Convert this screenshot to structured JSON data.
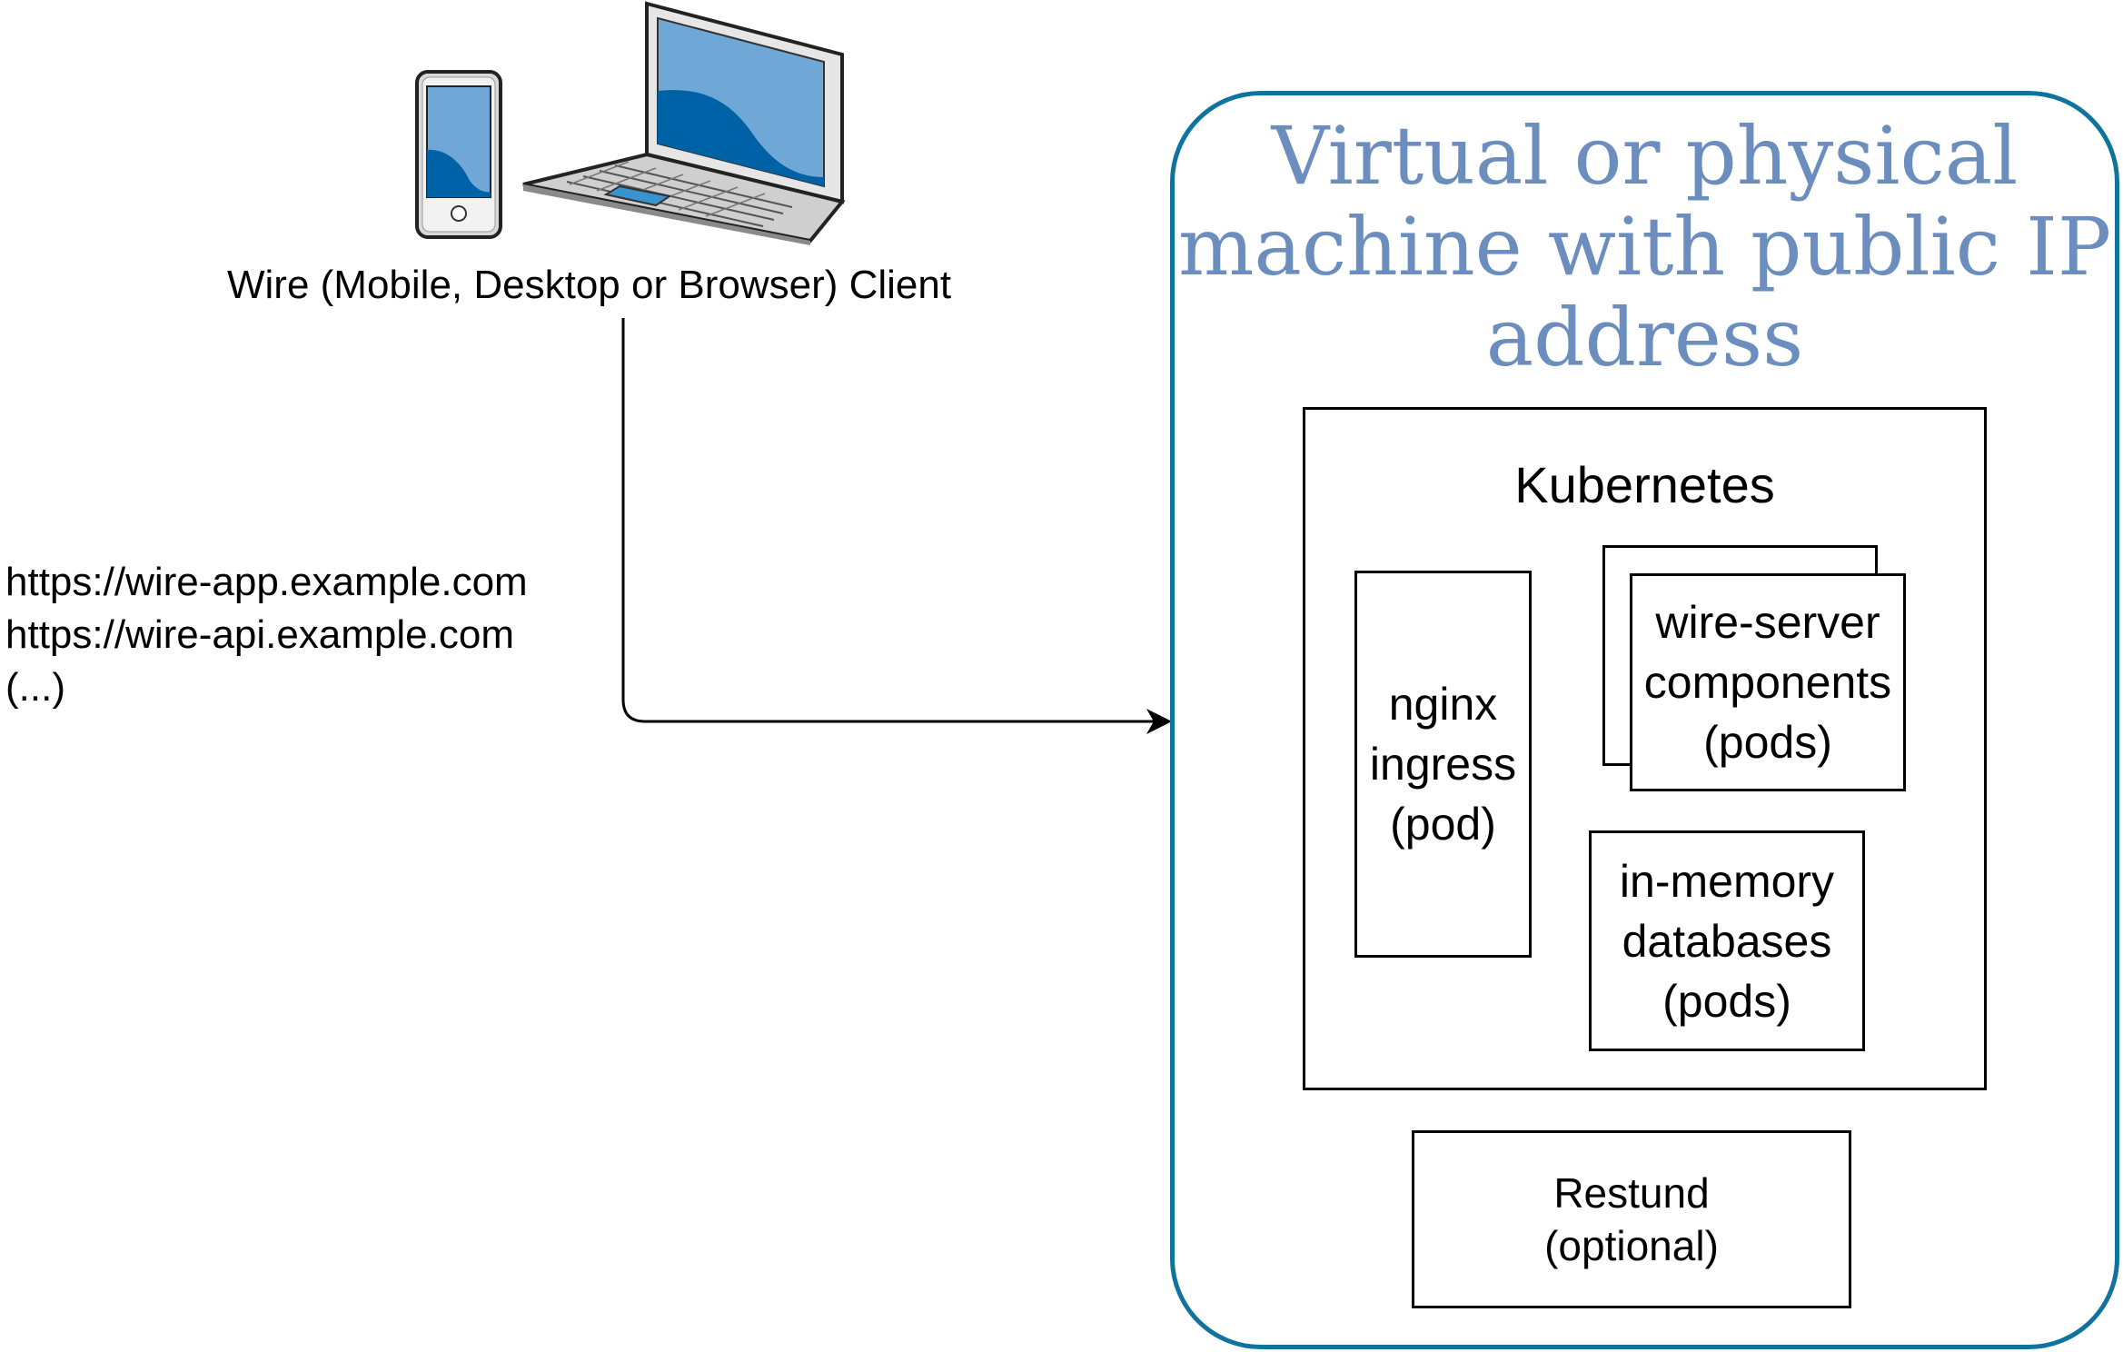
{
  "client": {
    "label": "Wire (Mobile, Desktop or Browser) Client",
    "devices": [
      "tablet-icon",
      "laptop-icon"
    ]
  },
  "urls": {
    "lines": [
      "https://wire-app.example.com",
      "https://wire-api.example.com",
      "(...)"
    ]
  },
  "machine": {
    "title_lines": [
      "Virtual or physical",
      "machine with public IP",
      "address"
    ],
    "border_color": "#10739e",
    "title_color": "#6c8ebf"
  },
  "kubernetes": {
    "title": "Kubernetes",
    "nginx": {
      "lines": [
        "nginx",
        "ingress",
        "(pod)"
      ]
    },
    "wire_server": {
      "lines": [
        "wire-server",
        "components",
        "(pods)"
      ]
    },
    "databases": {
      "lines": [
        "in-memory",
        "databases",
        "(pods)"
      ]
    }
  },
  "restund": {
    "lines": [
      "Restund",
      "(optional)"
    ]
  },
  "colors": {
    "device_blue": "#6fa8d6",
    "device_dark": "#0062a6"
  }
}
